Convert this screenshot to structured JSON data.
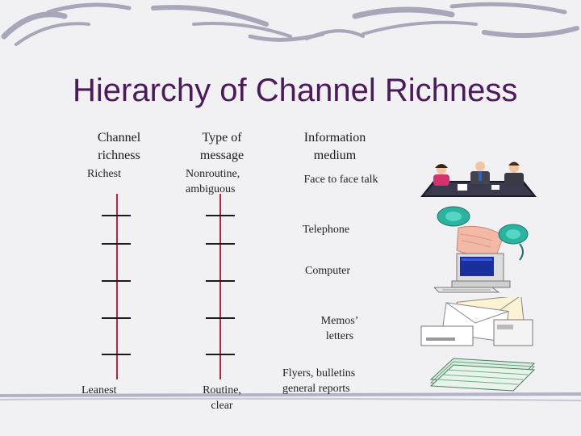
{
  "slide": {
    "title": "Hierarchy of Channel Richness",
    "headers": {
      "channel_richness": "Channel richness",
      "type_of_message": "Type of message",
      "information_medium": "Information medium"
    },
    "richest_label": "Richest",
    "leanest_label": "Leanest",
    "message_top": "Nonroutine, ambiguous",
    "message_bottom": "Routine, clear",
    "media": [
      {
        "label": "Face to face talk",
        "icon": "meeting-people-icon"
      },
      {
        "label": "Telephone",
        "icon": "telephone-icon"
      },
      {
        "label": "Computer",
        "icon": "computer-icon"
      },
      {
        "label": "Memos’ letters",
        "icon": "envelopes-icon"
      },
      {
        "label": "Flyers, bulletins general reports",
        "icon": "paper-stack-icon"
      }
    ],
    "colors": {
      "title": "#4b1a5a",
      "scale_line": "#c0233a",
      "tick": "#1a1a1a",
      "background": "#f1f1f4",
      "swoosh": "#9a9aae"
    }
  }
}
